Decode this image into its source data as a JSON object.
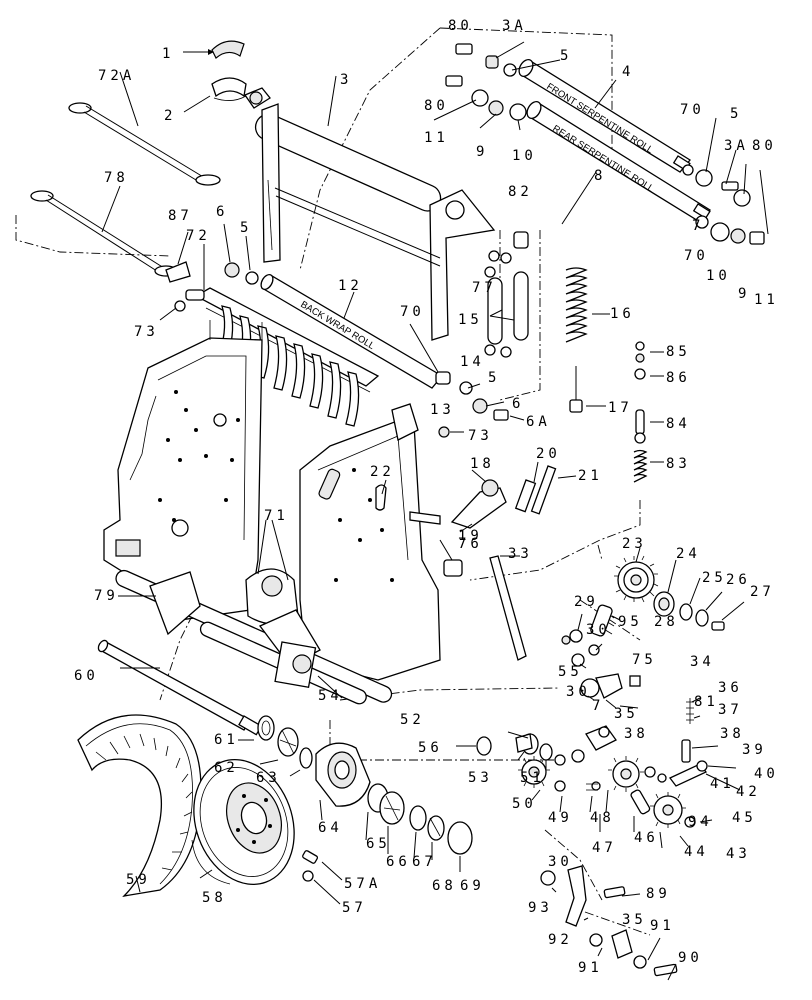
{
  "diagram": {
    "roll_labels": {
      "front": "FRONT SERPENTINE ROLL",
      "rear": "REAR SERPENTINE ROLL",
      "back_wrap": "BACK WRAP ROLL"
    },
    "callouts": [
      {
        "id": "c1",
        "text": "1"
      },
      {
        "id": "c2",
        "text": "2"
      },
      {
        "id": "c3",
        "text": "3"
      },
      {
        "id": "c3a_top",
        "text": "3A"
      },
      {
        "id": "c80_top",
        "text": "80"
      },
      {
        "id": "c5_top",
        "text": "5"
      },
      {
        "id": "c4",
        "text": "4"
      },
      {
        "id": "c72a",
        "text": "72A"
      },
      {
        "id": "c80_b",
        "text": "80"
      },
      {
        "id": "c11_l",
        "text": "11"
      },
      {
        "id": "c9_l",
        "text": "9"
      },
      {
        "id": "c10_l",
        "text": "10"
      },
      {
        "id": "c70_tr",
        "text": "70"
      },
      {
        "id": "c5_r",
        "text": "5"
      },
      {
        "id": "c3a_r",
        "text": "3A"
      },
      {
        "id": "c80_r",
        "text": "80"
      },
      {
        "id": "c78",
        "text": "78"
      },
      {
        "id": "c82",
        "text": "82"
      },
      {
        "id": "c8",
        "text": "8"
      },
      {
        "id": "c7_r",
        "text": "7"
      },
      {
        "id": "c70_r",
        "text": "70"
      },
      {
        "id": "c10_r",
        "text": "10"
      },
      {
        "id": "c9_r",
        "text": "9"
      },
      {
        "id": "c11_r",
        "text": "11"
      },
      {
        "id": "c87",
        "text": "87"
      },
      {
        "id": "c6_l",
        "text": "6"
      },
      {
        "id": "c72",
        "text": "72"
      },
      {
        "id": "c5_l",
        "text": "5"
      },
      {
        "id": "c12",
        "text": "12"
      },
      {
        "id": "c77",
        "text": "77"
      },
      {
        "id": "c73_l",
        "text": "73"
      },
      {
        "id": "c70_m",
        "text": "70"
      },
      {
        "id": "c15",
        "text": "15"
      },
      {
        "id": "c16",
        "text": "16"
      },
      {
        "id": "c14",
        "text": "14"
      },
      {
        "id": "c85",
        "text": "85"
      },
      {
        "id": "c86",
        "text": "86"
      },
      {
        "id": "c5_m",
        "text": "5"
      },
      {
        "id": "c6_m",
        "text": "6"
      },
      {
        "id": "c13",
        "text": "13"
      },
      {
        "id": "c17",
        "text": "17"
      },
      {
        "id": "c6a",
        "text": "6A"
      },
      {
        "id": "c73_m",
        "text": "73"
      },
      {
        "id": "c84",
        "text": "84"
      },
      {
        "id": "c18",
        "text": "18"
      },
      {
        "id": "c20",
        "text": "20"
      },
      {
        "id": "c21",
        "text": "21"
      },
      {
        "id": "c22",
        "text": "22"
      },
      {
        "id": "c83",
        "text": "83"
      },
      {
        "id": "c19",
        "text": "19"
      },
      {
        "id": "c71",
        "text": "71"
      },
      {
        "id": "c76",
        "text": "76"
      },
      {
        "id": "c33",
        "text": "33"
      },
      {
        "id": "c23",
        "text": "23"
      },
      {
        "id": "c24",
        "text": "24"
      },
      {
        "id": "c25",
        "text": "25"
      },
      {
        "id": "c26",
        "text": "26"
      },
      {
        "id": "c27",
        "text": "27"
      },
      {
        "id": "c79",
        "text": "79"
      },
      {
        "id": "c29",
        "text": "29"
      },
      {
        "id": "c28",
        "text": "28"
      },
      {
        "id": "c30_a",
        "text": "30"
      },
      {
        "id": "c95",
        "text": "95"
      },
      {
        "id": "c55",
        "text": "55"
      },
      {
        "id": "c75",
        "text": "75"
      },
      {
        "id": "c34",
        "text": "34"
      },
      {
        "id": "c60",
        "text": "60"
      },
      {
        "id": "c54",
        "text": "54"
      },
      {
        "id": "c30_b",
        "text": "30"
      },
      {
        "id": "c36",
        "text": "36"
      },
      {
        "id": "c7_m",
        "text": "7"
      },
      {
        "id": "c35_a",
        "text": "35"
      },
      {
        "id": "c81",
        "text": "81"
      },
      {
        "id": "c37",
        "text": "37"
      },
      {
        "id": "c52",
        "text": "52"
      },
      {
        "id": "c38_a",
        "text": "38"
      },
      {
        "id": "c38_b",
        "text": "38"
      },
      {
        "id": "c61",
        "text": "61"
      },
      {
        "id": "c56",
        "text": "56"
      },
      {
        "id": "c39",
        "text": "39"
      },
      {
        "id": "c40",
        "text": "40"
      },
      {
        "id": "c62",
        "text": "62"
      },
      {
        "id": "c53",
        "text": "53"
      },
      {
        "id": "c51",
        "text": "51"
      },
      {
        "id": "c41",
        "text": "41"
      },
      {
        "id": "c42",
        "text": "42"
      },
      {
        "id": "c63",
        "text": "63"
      },
      {
        "id": "c50",
        "text": "50"
      },
      {
        "id": "c49",
        "text": "49"
      },
      {
        "id": "c48",
        "text": "48"
      },
      {
        "id": "c94",
        "text": "94"
      },
      {
        "id": "c45",
        "text": "45"
      },
      {
        "id": "c64",
        "text": "64"
      },
      {
        "id": "c46",
        "text": "46"
      },
      {
        "id": "c65",
        "text": "65"
      },
      {
        "id": "c66",
        "text": "66"
      },
      {
        "id": "c67",
        "text": "67"
      },
      {
        "id": "c30_c",
        "text": "30"
      },
      {
        "id": "c47",
        "text": "47"
      },
      {
        "id": "c44",
        "text": "44"
      },
      {
        "id": "c43",
        "text": "43"
      },
      {
        "id": "c59",
        "text": "59"
      },
      {
        "id": "c58",
        "text": "58"
      },
      {
        "id": "c68",
        "text": "68"
      },
      {
        "id": "c69",
        "text": "69"
      },
      {
        "id": "c57a",
        "text": "57A"
      },
      {
        "id": "c57",
        "text": "57"
      },
      {
        "id": "c93",
        "text": "93"
      },
      {
        "id": "c89",
        "text": "89"
      },
      {
        "id": "c92",
        "text": "92"
      },
      {
        "id": "c35_b",
        "text": "35"
      },
      {
        "id": "c91_a",
        "text": "91"
      },
      {
        "id": "c91_b",
        "text": "91"
      },
      {
        "id": "c90",
        "text": "90"
      }
    ]
  }
}
